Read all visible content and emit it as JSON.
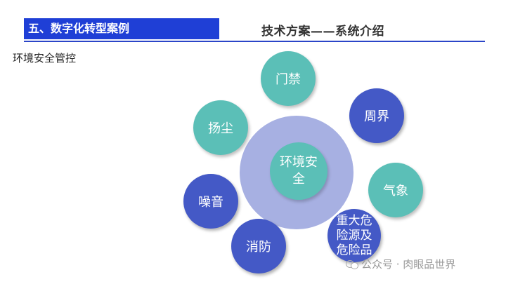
{
  "header": {
    "section": "五、数字化转型案例",
    "title": "技术方案——系统介绍"
  },
  "section_label": "环境安全管控",
  "diagram": {
    "center": "环境安全",
    "nodes": [
      "门禁",
      "周界",
      "气象",
      "重大危险源及危险品",
      "消防",
      "噪音",
      "扬尘"
    ]
  },
  "watermark": "公众号 · 肉眼品世界"
}
